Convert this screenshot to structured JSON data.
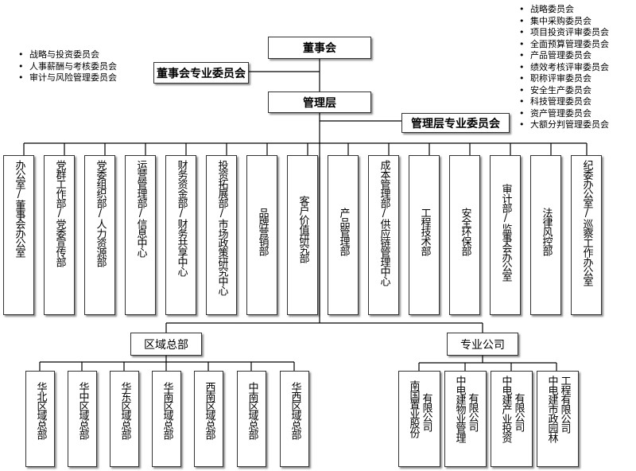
{
  "board": "董事会",
  "board_committee": "董事会专业委员会",
  "board_committee_members": [
    "战略与投资委员会",
    "人事薪酬与考核委员会",
    "审计与风险管理委员会"
  ],
  "management": "管理层",
  "management_committee": "管理层专业委员会",
  "management_committee_members": [
    "战略委员会",
    "集中采购委员会",
    "项目投资评审委员会",
    "全面预算管理委员会",
    "产品管理委员会",
    "绩效考核评审委员会",
    "职称评审委员会",
    "安全生产委员会",
    "科技管理委员会",
    "资产管理委员会",
    "大额分判管理委员会"
  ],
  "departments": [
    "办公室/董事会办公室",
    "党群工作部/党委宣传部",
    "党委组织部/人力资源部",
    "运营管理部/信息中心",
    "财务资金部/财务共享中心",
    "投资拓展部/市场政策研究中心",
    "品牌营销部",
    "客户价值研究部",
    "产品管理部",
    "成本管理部/供应链管理中心",
    "工程技术部",
    "安全环保部",
    "审计部/监事会办公室",
    "法律风控部",
    "纪委办公室/巡察工作办公室"
  ],
  "regional": {
    "title": "区域总部",
    "items": [
      "华北区域总部",
      "华中区域总部",
      "华东区域总部",
      "华南区域总部",
      "西南区域总部",
      "中南区域总部",
      "华西区域总部"
    ]
  },
  "companies": {
    "title": "专业公司",
    "items": [
      {
        "left": "南国置业股份",
        "right": "有限公司"
      },
      {
        "left": "中电建物业管理",
        "right": "有限公司"
      },
      {
        "left": "中电建产业投资",
        "right": "有限公司"
      },
      {
        "left": "中电建市政园林",
        "right": "工程有限公司"
      }
    ]
  }
}
